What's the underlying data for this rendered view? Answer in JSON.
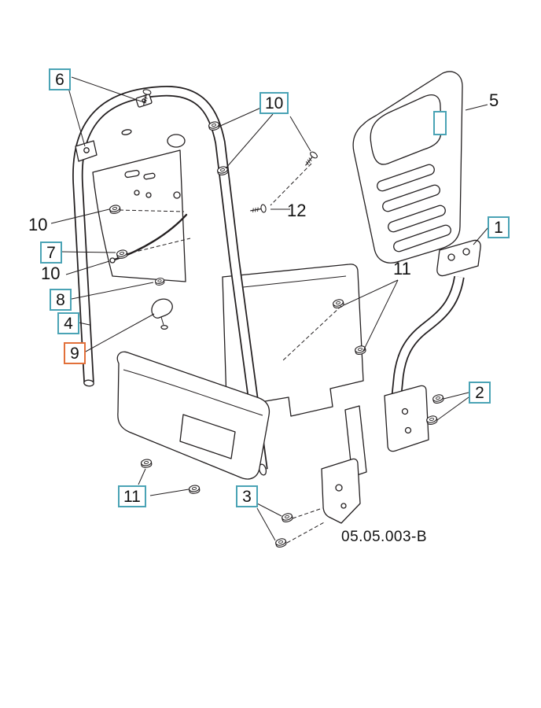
{
  "diagram": {
    "drawing_number": "05.05.003-B",
    "callouts": [
      {
        "label": "6",
        "boxed": true,
        "accent": "teal"
      },
      {
        "label": "10",
        "boxed": true,
        "accent": "teal"
      },
      {
        "label": "5",
        "boxed": false,
        "accent": "none"
      },
      {
        "label": "",
        "boxed": true,
        "accent": "teal"
      },
      {
        "label": "12",
        "boxed": false,
        "accent": "none"
      },
      {
        "label": "10",
        "boxed": false,
        "accent": "none"
      },
      {
        "label": "7",
        "boxed": true,
        "accent": "teal"
      },
      {
        "label": "10",
        "boxed": false,
        "accent": "none"
      },
      {
        "label": "8",
        "boxed": true,
        "accent": "teal"
      },
      {
        "label": "4",
        "boxed": true,
        "accent": "teal"
      },
      {
        "label": "9",
        "boxed": true,
        "accent": "orange"
      },
      {
        "label": "1",
        "boxed": true,
        "accent": "teal"
      },
      {
        "label": "11",
        "boxed": false,
        "accent": "none"
      },
      {
        "label": "2",
        "boxed": true,
        "accent": "teal"
      },
      {
        "label": "11",
        "boxed": true,
        "accent": "teal"
      },
      {
        "label": "3",
        "boxed": true,
        "accent": "teal"
      }
    ],
    "colors": {
      "line": "#231f20",
      "box_teal": "#4aa3b5",
      "box_orange": "#e2703a"
    }
  }
}
